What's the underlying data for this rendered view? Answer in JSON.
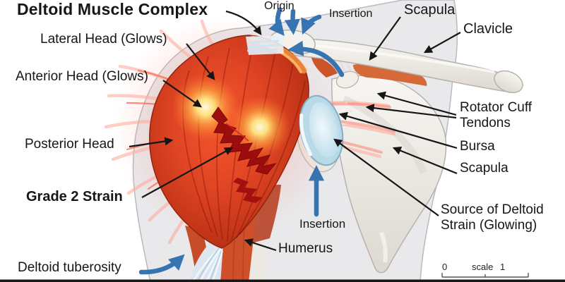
{
  "title": "Deltoid Muscle Complex",
  "annotations": {
    "title": "Deltoid Muscle Complex",
    "origin_top": "Origin",
    "insertion_top": "Insertion",
    "scapula_top": "Scapula",
    "clavicle": "Clavicle",
    "lateral_head": "Lateral Head (Glows)",
    "anterior_head": "Anterior Head (Glows)",
    "posterior_head": "Posterior Head",
    "grade_2_strain": "Grade 2 Strain",
    "deltoid_tuberosity": "Deltoid tuberosity",
    "insertion_bottom": "Insertion",
    "humerus": "Humerus",
    "rotator_cuff_tendons": "Rotator Cuff\nTendons",
    "bursa": "Bursa",
    "scapula_right": "Scapula",
    "source_of_strain": "Source of Deltoid\nStrain (Glowing)"
  },
  "scale_bar": {
    "start": "0",
    "label": "scale",
    "end": "1"
  },
  "icons": {
    "direction_arrow_blue": "curved-arrow",
    "label_pointer_black": "straight-arrow"
  },
  "colors": {
    "background": "#ffffff",
    "body_silhouette": "#e9e9ec",
    "bone": "#f3f1ec",
    "muscle_red": "#d84322",
    "muscle_dark": "#9e2a12",
    "glow_yellow": "#ffe27a",
    "strain_tear": "#9b0d0d",
    "bursa_blue": "#cfe7f0",
    "radiating_glow_pink": "#ffada0",
    "direction_arrow_blue": "#2e6fae",
    "pointer_black": "#161616"
  }
}
